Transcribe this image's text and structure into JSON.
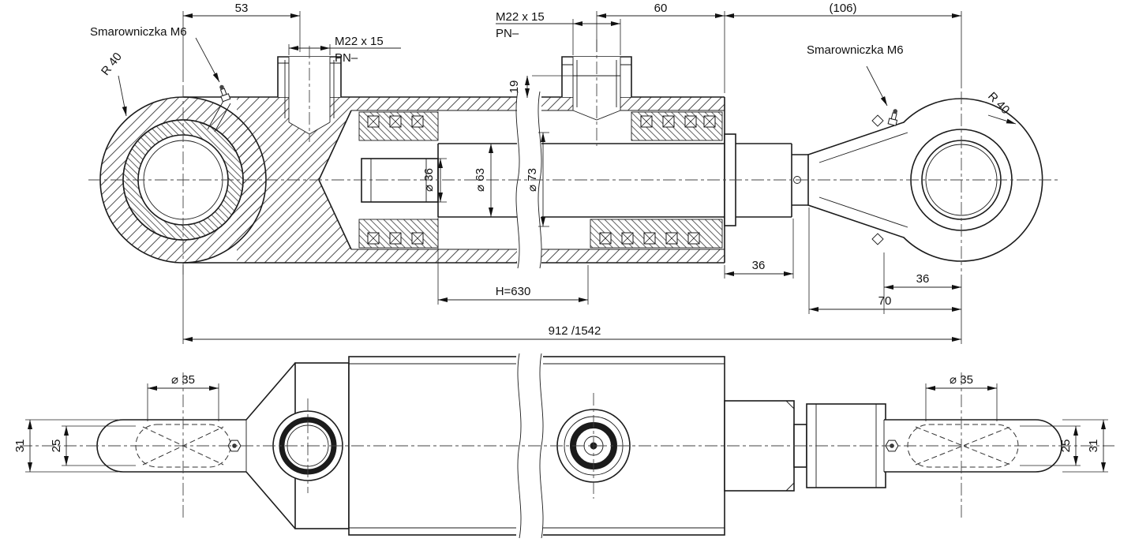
{
  "drawing": {
    "top_view": {
      "grease_label_left": "Smarowniczka M6",
      "grease_label_right": "Smarowniczka M6",
      "radius_left": "R 40",
      "radius_right": "R 40",
      "port_left": {
        "line1": "M22 x 15",
        "line2": "PN–"
      },
      "port_right": {
        "line1": "M22 x 15",
        "line2": "PN–"
      },
      "dims": {
        "d53": "53",
        "d60": "60",
        "d106": "(106)",
        "d19": "19",
        "dia36": "⌀ 36",
        "dia63": "⌀ 63",
        "dia73": "⌀ 73",
        "d36_rod": "36",
        "d36_eye": "36",
        "d70": "70",
        "stroke": "H=630",
        "total": "912 /1542"
      }
    },
    "bottom_view": {
      "dims": {
        "dia35_left": "⌀ 35",
        "dia35_right": "⌀ 35",
        "d31_left": "31",
        "d25_left": "25",
        "d25_right": "25",
        "d31_right": "31"
      }
    },
    "colors": {
      "line": "#1b1b1b",
      "background": "#ffffff"
    }
  }
}
